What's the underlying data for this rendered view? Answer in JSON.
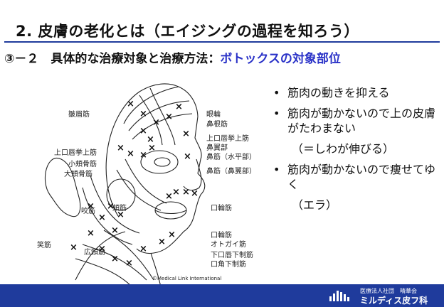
{
  "slide": {
    "title": "2. 皮膚の老化とは（エイジングの過程を知ろう）",
    "subtitle_main": "③－２　具体的な治療対象と治療方法：",
    "subtitle_accent": "ボトックスの対象部位"
  },
  "illustration": {
    "labels": [
      {
        "id": "sumyubikin",
        "text": "皺眉筋"
      },
      {
        "id": "kamishinshokyokin",
        "text": "上口唇挙上筋"
      },
      {
        "id": "shoukyokotsukin",
        "text": "小頬骨筋"
      },
      {
        "id": "daikyokotsukin",
        "text": "大頬骨筋"
      },
      {
        "id": "koukin",
        "text": "咬筋"
      },
      {
        "id": "kyokin",
        "text": "頬筋"
      },
      {
        "id": "shoukin",
        "text": "笑筋"
      },
      {
        "id": "kouketsukin",
        "text": "広頸筋"
      },
      {
        "id": "ganrin",
        "text": "眼輪"
      },
      {
        "id": "biokonkin",
        "text": "鼻根筋"
      },
      {
        "id": "kamishinshokyokin_r",
        "text": "上口唇挙上筋"
      },
      {
        "id": "biyokubu1",
        "text": "鼻翼部"
      },
      {
        "id": "bikin_suihei",
        "text": "鼻筋（水平部）"
      },
      {
        "id": "bikin_biyoku",
        "text": "鼻筋（鼻翼部）"
      },
      {
        "id": "kourinkin1",
        "text": "口輪筋"
      },
      {
        "id": "kourinkin2",
        "text": "口輪筋"
      },
      {
        "id": "otogaikin",
        "text": "オトガイ筋"
      },
      {
        "id": "kakoushinkakin",
        "text": "下口唇下制筋"
      },
      {
        "id": "koukakukakin",
        "text": "口角下制筋"
      }
    ],
    "copyright": "©Medical Link International"
  },
  "bullets": [
    {
      "symbol": "•",
      "text": "筋肉の動きを抑える"
    },
    {
      "symbol": "•",
      "text": "筋肉が動かないので上の皮膚がたわまない"
    },
    {
      "note": "（＝しわが伸びる）"
    },
    {
      "symbol": "•",
      "text": "筋肉が動かないので痩せてゆく"
    },
    {
      "note": "（エラ）"
    }
  ],
  "footer": {
    "org": "医療法人社団　晴華会",
    "clinic": "ミルディス皮フ科"
  }
}
